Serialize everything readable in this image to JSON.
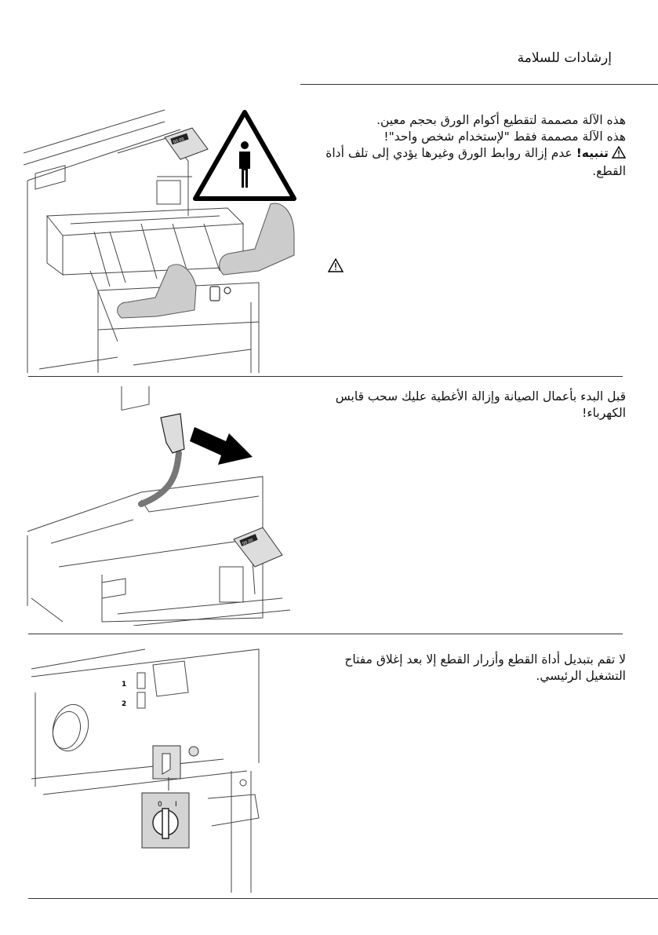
{
  "header": {
    "title": "إرشادات للسلامة"
  },
  "section1": {
    "line1": "هذه الآلة مصممة لتقطيع أكوام الورق بحجم معين.",
    "line2": "هذه الآلة مصممة فقط \"لإستخدام شخص واحد\"!",
    "warning_label": "تنبيه!",
    "warning_text": "عدم إزالة روابط الورق وغيرها يؤدي إلى تلف أداة القطع.",
    "display_value": "00.00"
  },
  "section2": {
    "text": "قبل البدء بأعمال الصيانة وإزالة الأغطية عليك سحب قابس الكهرباء!",
    "display_value": "00.00"
  },
  "section3": {
    "text": "لا تقم بتبديل أداة القطع وأزرار القطع إلا بعد إغلاق مفتاح التشغيل الرئيسي.",
    "label_1": "1",
    "label_2": "2",
    "switch_off": "0",
    "switch_on": "I"
  },
  "icons": {
    "warning": "warning-triangle-icon",
    "person": "person-warning-icon"
  }
}
